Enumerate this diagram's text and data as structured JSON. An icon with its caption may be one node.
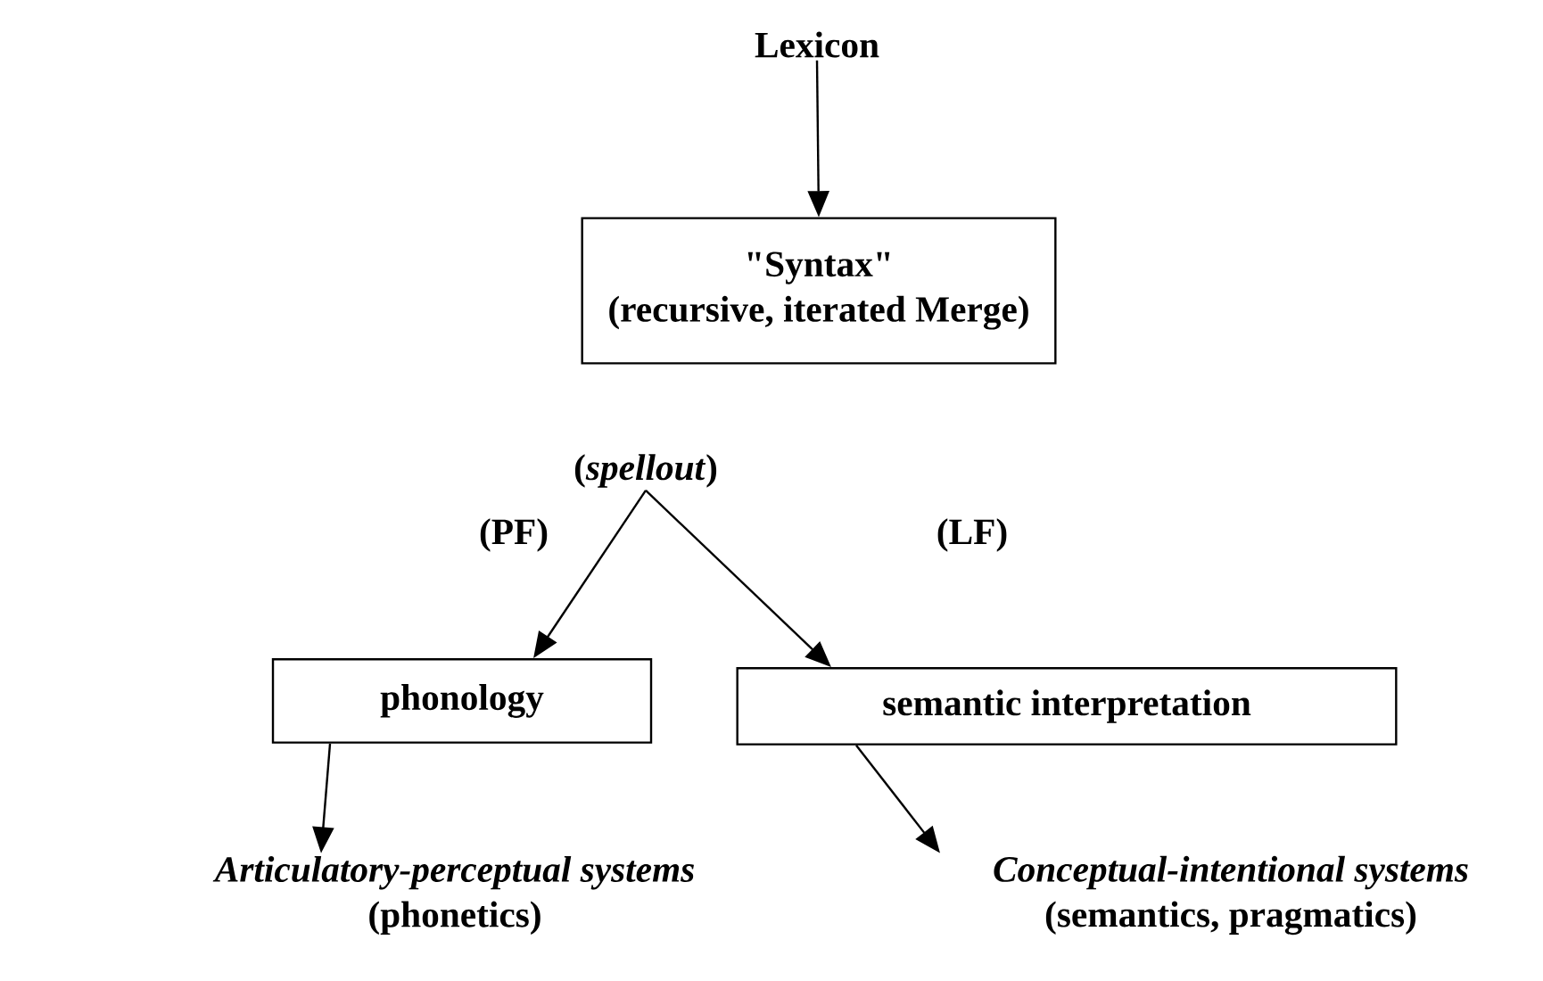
{
  "diagram": {
    "nodes": [
      {
        "text": [
          "Lexicon"
        ]
      },
      {
        "text": [
          "\"Syntax\"",
          "(recursive, iterated Merge)"
        ]
      },
      {
        "text": [
          "(*spellout*)"
        ]
      },
      {
        "text": [
          "phonology"
        ]
      },
      {
        "text": [
          "semantic interpretation"
        ]
      },
      {
        "text": [
          "Articulatory-perceptual systems",
          "(phonetics)"
        ]
      },
      {
        "text": [
          "Conceptual-intentional systems",
          "(semantics, pragmatics)"
        ]
      }
    ],
    "edges": [
      {
        "from": 0,
        "to": 1,
        "arrow": "to"
      },
      {
        "from": 2,
        "to": 3,
        "arrow": "to"
      },
      {
        "from": 2,
        "to": 4,
        "arrow": "to"
      },
      {
        "from": 3,
        "to": 5,
        "arrow": "to"
      },
      {
        "from": 4,
        "to": 6,
        "arrow": "to"
      }
    ],
    "labels": [
      "(PF)",
      "(LF)"
    ]
  }
}
